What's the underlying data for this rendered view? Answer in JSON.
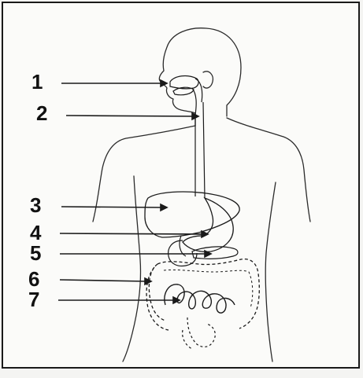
{
  "diagram": {
    "labels": [
      {
        "number": "1",
        "target": "mouth"
      },
      {
        "number": "2",
        "target": "esophagus"
      },
      {
        "number": "3",
        "target": "liver"
      },
      {
        "number": "4",
        "target": "stomach"
      },
      {
        "number": "5",
        "target": "pancreas"
      },
      {
        "number": "6",
        "target": "large-intestine"
      },
      {
        "number": "7",
        "target": "small-intestine"
      }
    ],
    "colors": {
      "line": "#1a1a1a",
      "outline": "#2b2b2b",
      "background": "#fbfbf9"
    }
  }
}
